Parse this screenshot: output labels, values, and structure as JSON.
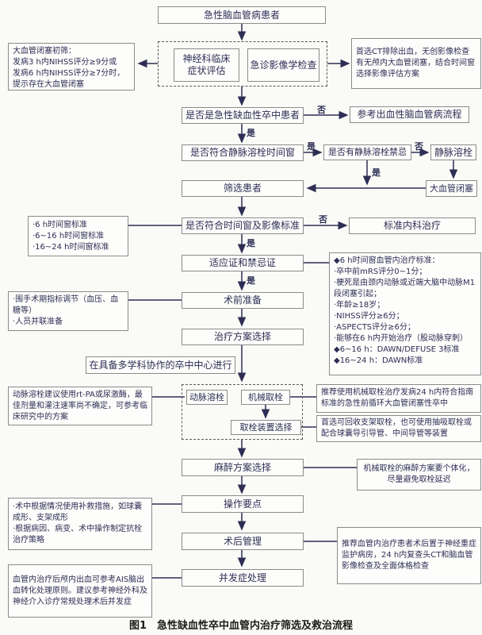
{
  "colors": {
    "ink": "#2e2e55",
    "border": "#8b8b8b",
    "background": "#fafaf7"
  },
  "labels": {
    "yes": "是",
    "no": "否"
  },
  "caption": "图1　急性缺血性卒中血管内治疗筛选及救治流程",
  "flow": {
    "patient": "急性脑血管病患者",
    "eval_neuro_line1": "神经科临床",
    "eval_neuro_line2": "症状评估",
    "eval_imaging": "急诊影像学检查",
    "q_ischemic": "是否是急性缺血性卒中患者",
    "ref_hemorrhagic": "参考出血性脑血管病流程",
    "q_ivt_window": "是否符合静脉溶栓时间窗",
    "q_ivt_contra": "是否有静脉溶栓禁忌",
    "ivt": "静脉溶栓",
    "lvo": "大血管闭塞",
    "screen": "筛选患者",
    "q_window_imaging": "是否符合时间窗及影像标准",
    "standard_medical": "标准内科治疗",
    "indications": "适应证和禁忌证",
    "preop": "术前准备",
    "plan": "治疗方案选择",
    "center_note": "在具备多学科协作的卒中中心进行",
    "iat": "动脉溶栓",
    "mt": "机械取栓",
    "device": "取栓装置选择",
    "anesthesia": "麻醉方案选择",
    "keypoints": "操作要点",
    "postop": "术后管理",
    "complications": "并发症处理"
  },
  "side_notes": {
    "lvo_screen": [
      "大血管闭塞初筛：",
      "发病3 h内NIHSS评分≥9分或",
      "发病6 h内NIHSS评分≥7分时，",
      "提示存在大血管闭塞"
    ],
    "ct_first": "首选CT排除出血，无创影像检查有无颅内大血管闭塞，结合时间窗选择影像评估方案",
    "time_windows": [
      "·6 h时间窗标准",
      "·6~16 h时间窗标准",
      "·16~24 h时间窗标准"
    ],
    "evt_criteria": [
      "◆6 h时间窗血管内治疗标准：",
      "·卒中前mRS评分0~1分；",
      "·梗死是由颈内动脉或近端大脑中动脉M1段闭塞引起；",
      "·年龄≥18岁；",
      "·NIHSS评分≥6分；",
      "·ASPECTS评分≥6分；",
      "·能够在6 h内开始治疗（股动脉穿刺）",
      "◆6~16 h：DAWN/DEFUSE 3标准",
      "◆16~24 h：DAWN标准"
    ],
    "periop": [
      "·围手术期指标调节（血压、血糖等）",
      "·人员并联准备"
    ],
    "iat_note": "动脉溶栓建议使用rt-PA或尿激酶，最佳剂量和灌注速率尚不确定，可参考临床研究中的方案",
    "mt_rec": "推荐使用机械取栓治疗发病24 h内符合指南标准的急性前循环大血管闭塞性卒中",
    "device_rec": "首选可回收支架取栓，也可使用抽吸取栓或配合球囊导引导管、中间导管等装置",
    "anesthesia_note": "机械取栓的麻醉方案要个体化，尽量避免取栓延迟",
    "rescue": [
      "·术中根据情况使用补救措施，如球囊成形、支架成形",
      "·根据病因、病变、术中操作制定抗栓治疗策略"
    ],
    "icu": "推荐血管内治疗患者术后置于神经重症监护病房，24 h内复查头CT和脑血管影像检查及全面体格检查",
    "hemorrhage_mgmt": "血管内治疗后颅内出血可参考AIS脑出血转化处理原则。建议参考神经外科及神经介入诊疗常规处理术后并发症"
  }
}
